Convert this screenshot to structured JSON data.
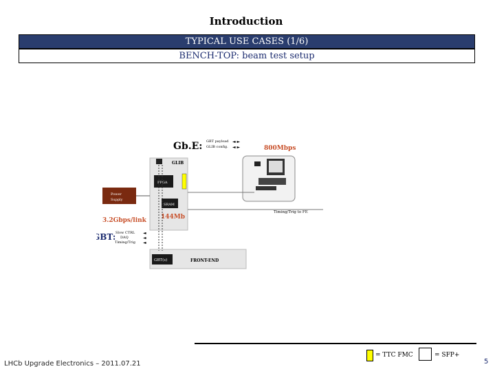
{
  "slide": {
    "title": "Introduction",
    "header": "TYPICAL USE CASES (1/6)",
    "subheader": "BENCH-TOP: beam test setup",
    "footer_left": "LHCb Upgrade Electronics – 2011.07.21",
    "page_number": "5"
  },
  "legend": {
    "yellow_label": "= TTC FMC",
    "square_label": "= SFP+"
  },
  "diagram": {
    "gbe_label": "Gb.E:",
    "gbe_item1": "GBT payload",
    "gbe_item2": "GLIB config.",
    "rate_800": "800Mbps",
    "glib": "GLIB",
    "fpga": "FPGA",
    "power1": "Power",
    "power2": "Supply",
    "sram": "SRAM",
    "mem_144": "144Mb",
    "timing_fe": "Timing/Trig to FE",
    "link_rate": "3.2Gbps/link",
    "gbt_label": "GBT:",
    "gbt_item1": "Slow CTRL",
    "gbt_item2": "DAQ",
    "gbt_item3": "Timing/Trig",
    "gbt_box": "GBT(s)",
    "front_end": "FRONT-END"
  }
}
